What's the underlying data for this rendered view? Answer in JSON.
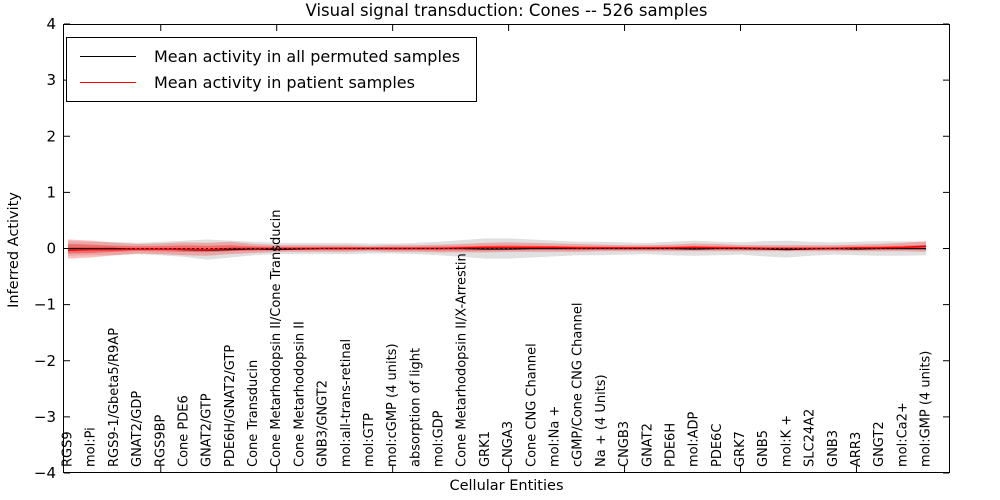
{
  "figure": {
    "title": "Visual signal transduction: Cones -- 526 samples",
    "xlabel": "Cellular Entities",
    "ylabel": "Inferred Activity",
    "background_color": "#ffffff",
    "frame_color": "#000000"
  },
  "legend": {
    "position": "upper left",
    "entries": [
      {
        "label": "Mean activity in all permuted samples",
        "color": "#000000"
      },
      {
        "label": "Mean activity in patient samples",
        "color": "#ff0000"
      }
    ]
  },
  "chart_data": {
    "type": "line",
    "title": "Visual signal transduction: Cones -- 526 samples",
    "xlabel": "Cellular Entities",
    "ylabel": "Inferred Activity",
    "ylim": [
      -4,
      4
    ],
    "yticks": [
      4,
      3,
      2,
      1,
      0,
      -1,
      -2,
      -3,
      -4
    ],
    "ytick_labels": [
      "4",
      "3",
      "2",
      "1",
      "0",
      "−1",
      "−2",
      "−3",
      "−4"
    ],
    "x_major_tick_every": 5,
    "grid": false,
    "legend_position": "upper left",
    "categories": [
      "RGS9",
      "mol:Pi",
      "RGS9-1/Gbeta5/R9AP",
      "GNAT2/GDP",
      "RGS9BP",
      "Cone PDE6",
      "GNAT2/GTP",
      "PDE6H/GNAT2/GTP",
      "Cone Transducin",
      "Cone Metarhodopsin II/Cone Transducin",
      "Cone Metarhodopsin II",
      "GNB3/GNGT2",
      "mol:all-trans-retinal",
      "mol:GTP",
      "mol:cGMP (4 units)",
      "absorption of light",
      "mol:GDP",
      "Cone Metarhodopsin II/X-Arrestin",
      "GRK1",
      "CNGA3",
      "Cone CNG Channel",
      "mol:Na +",
      "cGMP/Cone CNG Channel",
      "Na + (4 Units)",
      "CNGB3",
      "GNAT2",
      "PDE6H",
      "mol:ADP",
      "PDE6C",
      "GRK7",
      "GNB5",
      "mol:K +",
      "SLC24A2",
      "GNB3",
      "ARR3",
      "GNGT2",
      "mol:Ca2+",
      "mol:GMP (4 units)"
    ],
    "series": [
      {
        "name": "Mean activity in all permuted samples",
        "color": "#000000",
        "style": "solid",
        "values": [
          0,
          0,
          0,
          -0.01,
          -0.01,
          -0.02,
          -0.03,
          -0.02,
          -0.01,
          -0.02,
          -0.01,
          0,
          0,
          0,
          0,
          0,
          0,
          0,
          -0.01,
          -0.01,
          0,
          0,
          0,
          0,
          0,
          0,
          0,
          -0.01,
          0,
          0,
          -0.01,
          -0.02,
          -0.01,
          0,
          -0.01,
          0,
          0,
          0
        ]
      },
      {
        "name": "Mean activity in patient samples",
        "color": "#ff0000",
        "style": "solid",
        "values": [
          -0.03,
          -0.02,
          -0.02,
          -0.01,
          -0.01,
          -0.01,
          -0.02,
          0,
          0,
          0,
          0,
          0,
          0,
          0,
          0,
          0,
          0,
          0.01,
          0.02,
          0.02,
          0.02,
          0.02,
          0.01,
          0.01,
          0.01,
          0.01,
          0.01,
          0.02,
          0.01,
          0.01,
          0,
          0,
          0,
          0,
          0.01,
          0.01,
          0.02,
          0.04
        ]
      }
    ],
    "bands": [
      {
        "name": "permuted-samples-spread",
        "color": "rgba(0,0,0,0.12)",
        "upper": [
          0.13,
          0.12,
          0.12,
          0.1,
          0.12,
          0.14,
          0.16,
          0.14,
          0.12,
          0.1,
          0.1,
          0.1,
          0.1,
          0.09,
          0.09,
          0.1,
          0.12,
          0.15,
          0.18,
          0.18,
          0.16,
          0.14,
          0.12,
          0.12,
          0.11,
          0.1,
          0.12,
          0.14,
          0.12,
          0.11,
          0.13,
          0.14,
          0.12,
          0.11,
          0.12,
          0.13,
          0.13,
          0.12
        ],
        "lower": [
          -0.13,
          -0.12,
          -0.12,
          -0.1,
          -0.12,
          -0.15,
          -0.2,
          -0.16,
          -0.12,
          -0.1,
          -0.1,
          -0.1,
          -0.1,
          -0.09,
          -0.09,
          -0.1,
          -0.12,
          -0.15,
          -0.18,
          -0.18,
          -0.16,
          -0.14,
          -0.12,
          -0.12,
          -0.11,
          -0.1,
          -0.12,
          -0.13,
          -0.12,
          -0.11,
          -0.14,
          -0.16,
          -0.13,
          -0.11,
          -0.12,
          -0.13,
          -0.13,
          -0.12
        ]
      },
      {
        "name": "patient-samples-spread-outer",
        "color": "rgba(255,0,0,0.25)",
        "upper": [
          0.16,
          0.14,
          0.1,
          0.08,
          0.09,
          0.11,
          0.1,
          0.12,
          0.08,
          0.06,
          0.06,
          0.06,
          0.06,
          0.05,
          0.06,
          0.06,
          0.07,
          0.08,
          0.1,
          0.11,
          0.1,
          0.09,
          0.08,
          0.07,
          0.06,
          0.06,
          0.07,
          0.09,
          0.08,
          0.06,
          0.06,
          0.06,
          0.06,
          0.06,
          0.07,
          0.08,
          0.1,
          0.13
        ],
        "lower": [
          -0.18,
          -0.16,
          -0.12,
          -0.09,
          -0.1,
          -0.12,
          -0.13,
          -0.1,
          -0.08,
          -0.06,
          -0.06,
          -0.06,
          -0.06,
          -0.05,
          -0.06,
          -0.06,
          -0.07,
          -0.07,
          -0.07,
          -0.06,
          -0.06,
          -0.06,
          -0.06,
          -0.05,
          -0.05,
          -0.05,
          -0.05,
          -0.05,
          -0.05,
          -0.05,
          -0.05,
          -0.05,
          -0.05,
          -0.05,
          -0.05,
          -0.05,
          -0.05,
          -0.06
        ]
      },
      {
        "name": "patient-samples-spread-inner",
        "color": "rgba(255,0,0,0.35)",
        "upper": [
          0.08,
          0.07,
          0.05,
          0.04,
          0.045,
          0.055,
          0.05,
          0.06,
          0.04,
          0.03,
          0.03,
          0.03,
          0.03,
          0.025,
          0.03,
          0.03,
          0.035,
          0.04,
          0.05,
          0.055,
          0.05,
          0.045,
          0.04,
          0.035,
          0.03,
          0.03,
          0.035,
          0.045,
          0.04,
          0.03,
          0.03,
          0.03,
          0.03,
          0.03,
          0.035,
          0.04,
          0.05,
          0.065
        ],
        "lower": [
          -0.09,
          -0.08,
          -0.06,
          -0.045,
          -0.05,
          -0.06,
          -0.065,
          -0.05,
          -0.04,
          -0.03,
          -0.03,
          -0.03,
          -0.03,
          -0.025,
          -0.03,
          -0.03,
          -0.035,
          -0.035,
          -0.035,
          -0.03,
          -0.03,
          -0.03,
          -0.03,
          -0.025,
          -0.025,
          -0.025,
          -0.025,
          -0.025,
          -0.025,
          -0.025,
          -0.025,
          -0.025,
          -0.025,
          -0.025,
          -0.025,
          -0.025,
          -0.025,
          -0.03
        ]
      }
    ],
    "zero_line": {
      "y": 0,
      "style": "dashed",
      "color": "#000000"
    }
  }
}
